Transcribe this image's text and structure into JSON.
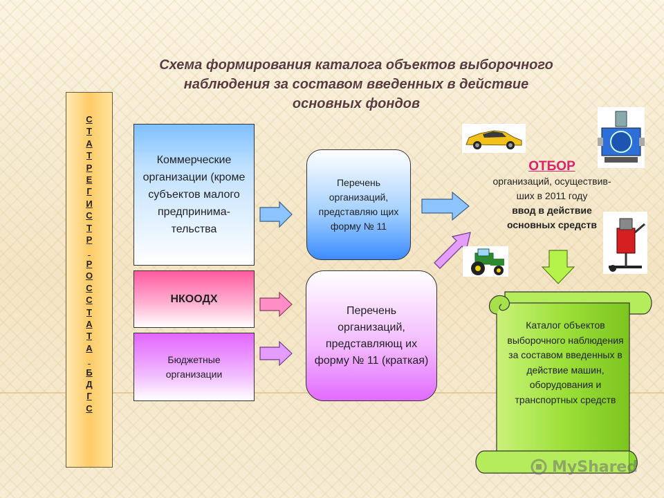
{
  "title": {
    "line1": "Схема формирования каталога объектов выборочного",
    "line2": "наблюдения за составом введенных в действие",
    "line3": "основных фондов"
  },
  "vertical_bar": {
    "text": "С\nТ\nА\nТ\nР\nЕ\nГ\nИ\nС\nТ\nР\n \nР\nО\nС\nС\nТ\nА\nТ\nА\n \nБ\nД\nГ\nС"
  },
  "boxes": {
    "commercial": "Коммерческие организации (кроме субъектов малого предпринима-тельства",
    "nkoodh": "НКООДХ",
    "budget": "Бюджетные организации"
  },
  "lists": {
    "form11": "Перечень организаций, представляю щих форму № 11",
    "form11_short": "Перечень организаций, представляющ их форму № 11 (краткая)"
  },
  "selection": {
    "title": "ОТБОР",
    "line1": "организаций, осуществив-",
    "line2": "ших в 2011 году",
    "line3": "ввод в действие",
    "line4": "основных средств"
  },
  "catalog": {
    "text": "Каталог объектов выборочного наблюдения за составом введенных в действие машин, оборудования и транспортных средств"
  },
  "icons": {
    "car": "car-icon",
    "machine": "industrial-machine-icon",
    "tractor": "tractor-icon",
    "equipment": "equipment-icon"
  },
  "watermark": {
    "text": "MyShared"
  },
  "colors": {
    "title": "#5a3a3a",
    "otbor": "#e0206a",
    "arrow_blue": "#8cc4ff",
    "arrow_pink": "#ff8ec6",
    "arrow_violet": "#e59cff",
    "arrow_green": "#b5f24a",
    "scroll_green": "#8fd92f"
  }
}
